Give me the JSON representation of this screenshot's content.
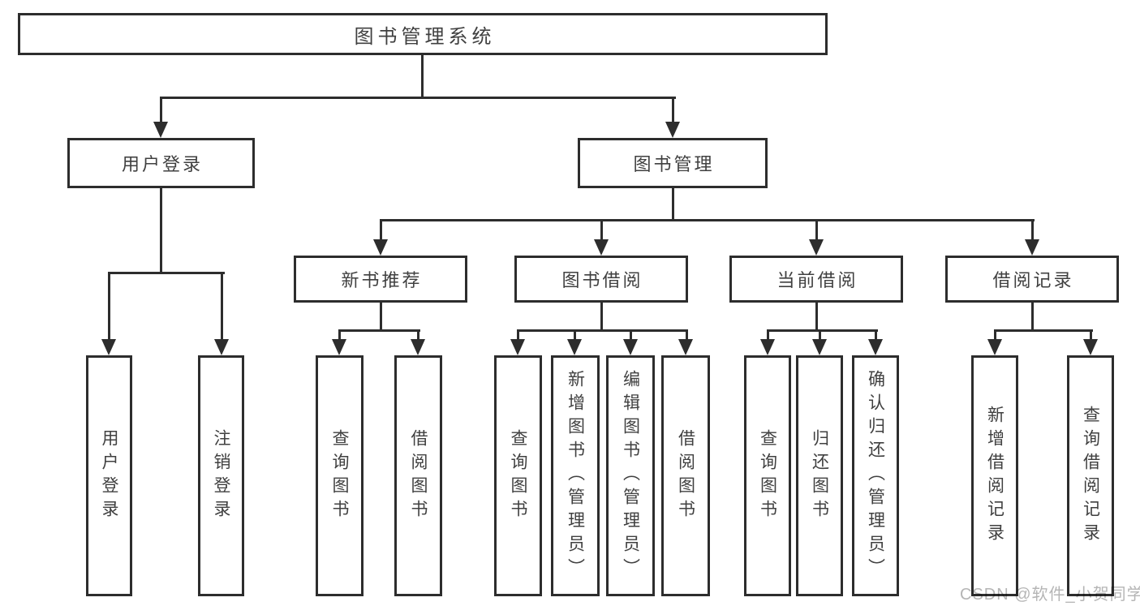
{
  "watermark": "CSDN @软件_小贺同学",
  "colors": {
    "line": "#2d2d2d",
    "text": "#404040",
    "watermark": "#b5b5b5",
    "background": "#ffffff"
  },
  "tree": {
    "label": "图书管理系统",
    "children": [
      {
        "label": "用户登录",
        "children": [
          {
            "label": "用户登录"
          },
          {
            "label": "注销登录"
          }
        ]
      },
      {
        "label": "图书管理",
        "children": [
          {
            "label": "新书推荐",
            "children": [
              {
                "label": "查询图书"
              },
              {
                "label": "借阅图书"
              }
            ]
          },
          {
            "label": "图书借阅",
            "children": [
              {
                "label": "查询图书"
              },
              {
                "label": "新增图书（管理员）"
              },
              {
                "label": "编辑图书（管理员）"
              },
              {
                "label": "借阅图书"
              }
            ]
          },
          {
            "label": "当前借阅",
            "children": [
              {
                "label": "查询图书"
              },
              {
                "label": "归还图书"
              },
              {
                "label": "确认归还（管理员）"
              }
            ]
          },
          {
            "label": "借阅记录",
            "children": [
              {
                "label": "新增借阅记录"
              },
              {
                "label": "查询借阅记录"
              }
            ]
          }
        ]
      }
    ]
  }
}
